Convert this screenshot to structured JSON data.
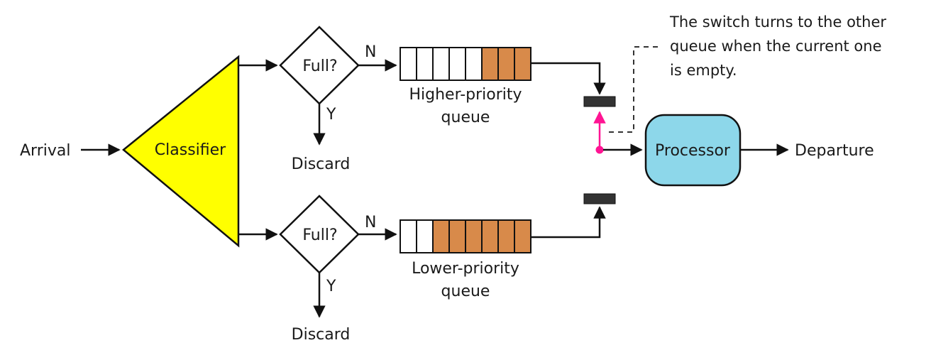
{
  "labels": {
    "arrival": "Arrival",
    "classifier": "Classifier",
    "full_top": "Full?",
    "full_bottom": "Full?",
    "no_top": "N",
    "no_bottom": "N",
    "yes_top": "Y",
    "yes_bottom": "Y",
    "discard_top": "Discard",
    "discard_bottom": "Discard",
    "higher_queue_line1": "Higher-priority",
    "higher_queue_line2": "queue",
    "lower_queue_line1": "Lower-priority",
    "lower_queue_line2": "queue",
    "processor": "Processor",
    "departure": "Departure"
  },
  "note": {
    "line1": "The switch turns to the other",
    "line2": "queue when the current one",
    "line3": "is empty."
  },
  "queues": {
    "higher": {
      "cells": 8,
      "filled": 3
    },
    "lower": {
      "cells": 8,
      "filled": 6
    }
  },
  "colors": {
    "classifier_fill": "#ffff00",
    "packet_fill": "#d88a4a",
    "processor_fill": "#8dd7ea",
    "switch_arm": "#ff1493",
    "switch_contact": "#333333"
  }
}
